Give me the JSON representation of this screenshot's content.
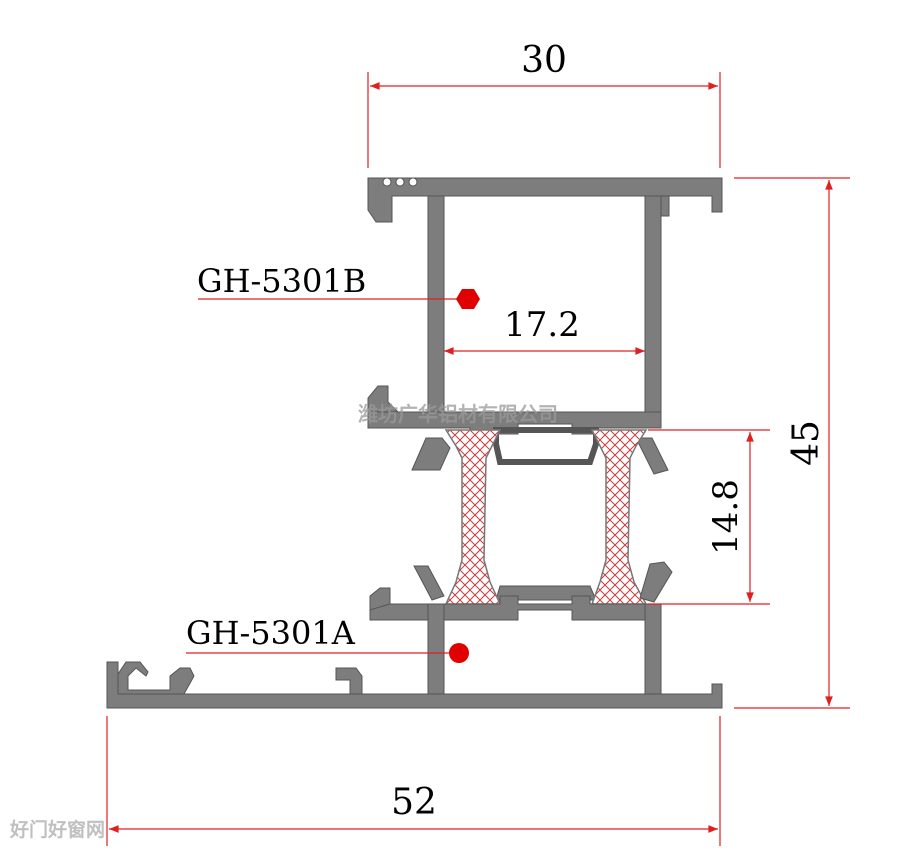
{
  "diagram": {
    "dimensions": {
      "top_width": "30",
      "inner_width": "17.2",
      "overall_height": "45",
      "thermal_break_height": "14.8",
      "bottom_width": "52"
    },
    "part_labels": {
      "upper_profile": "GH-5301B",
      "lower_profile": "GH-5301A"
    },
    "watermarks": {
      "center": "潍坊广华铝材有限公司",
      "bottom_left": "好门好窗网"
    },
    "colors": {
      "profile_fill": "#7d7d7d",
      "dimension_line": "#e02020",
      "marker_dot": "#e00000",
      "insulation_hatch": "#c83c3c"
    }
  }
}
